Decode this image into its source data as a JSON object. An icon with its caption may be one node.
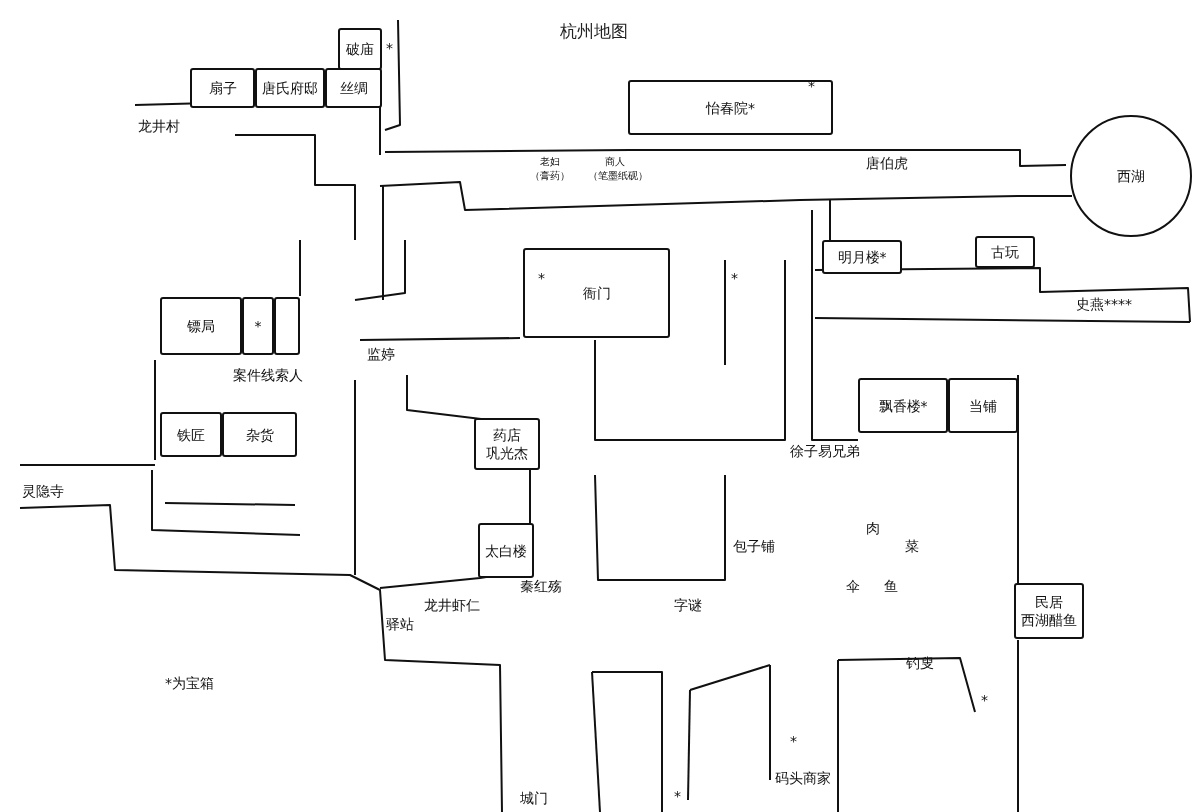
{
  "diagram": {
    "title": "杭州地图",
    "nodes": [
      {
        "text": [
          "破庙"
        ]
      },
      {
        "text": [
          "扇子"
        ]
      },
      {
        "text": [
          "唐氏府邸"
        ]
      },
      {
        "text": [
          "丝绸"
        ]
      },
      {
        "text": [
          "怡春院*"
        ]
      },
      {
        "text": [
          "西湖"
        ]
      },
      {
        "text": [
          "衙门"
        ]
      },
      {
        "text": [
          "明月楼*"
        ]
      },
      {
        "text": [
          "古玩"
        ]
      },
      {
        "text": [
          "镖局"
        ]
      },
      {
        "text": [
          "*"
        ]
      },
      {
        "text": [],
        "shape": "box"
      },
      {
        "text": [
          "铁匠"
        ]
      },
      {
        "text": [
          "杂货"
        ]
      },
      {
        "text": [
          "药店",
          "巩光杰"
        ]
      },
      {
        "text": [
          "太白楼"
        ]
      },
      {
        "text": [
          "飘香楼*"
        ]
      },
      {
        "text": [
          "当铺"
        ]
      },
      {
        "text": [
          "民居",
          "西湖醋鱼"
        ]
      }
    ],
    "edges": [],
    "labels": [
      "*",
      "*",
      "龙井村",
      "老妇",
      "商人",
      "（膏药）",
      "（笔墨纸砚）",
      "唐伯虎",
      "*",
      "*",
      "史燕****",
      "监婷",
      "案件线索人",
      "徐子易兄弟",
      "灵隐寺",
      "肉",
      "包子铺",
      "菜",
      "秦红殇",
      "伞",
      "鱼",
      "龙井虾仁",
      "字谜",
      "驿站",
      "钓叟",
      "*为宝箱",
      "*",
      "*",
      "码头商家",
      "城门",
      "*"
    ]
  }
}
